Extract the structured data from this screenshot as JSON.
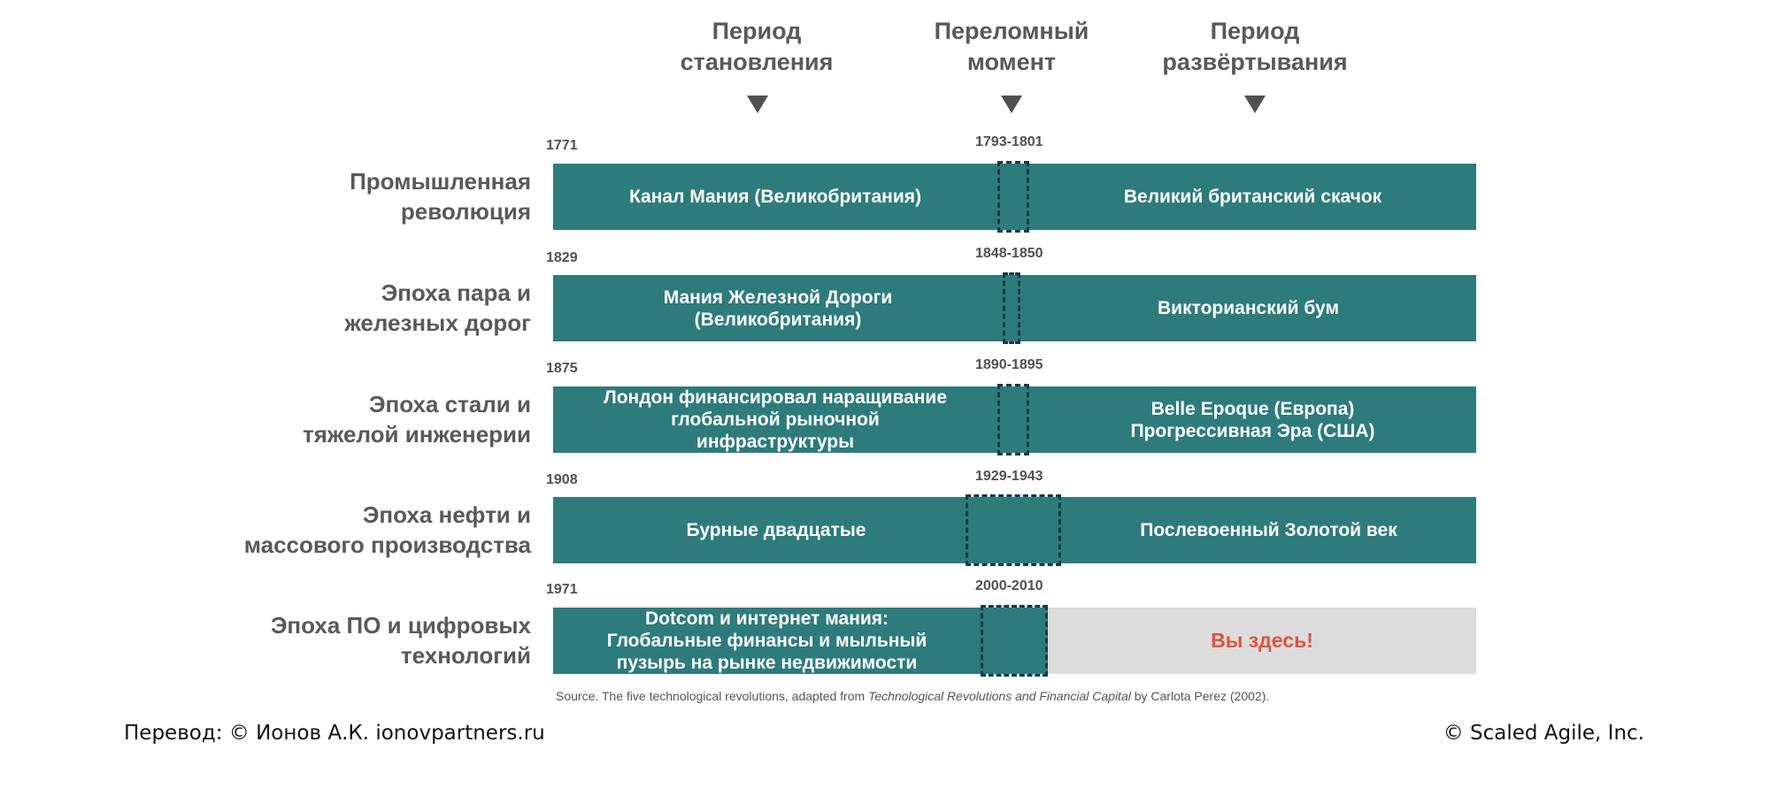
{
  "header": {
    "installation": "Период\nстановления",
    "turning_point": "Переломный\nмомент",
    "deployment": "Период\nразвёртывания"
  },
  "rows": [
    {
      "label": "Промышленная\nреволюция",
      "start_year": "1771",
      "turning": "1793-1801",
      "installation": "Канал Мания (Великобритания)",
      "deployment": "Великий британский скачок"
    },
    {
      "label": "Эпоха пара и\nжелезных дорог",
      "start_year": "1829",
      "turning": "1848-1850",
      "installation": "Мания Железной Дороги\n(Великобритания)",
      "deployment": "Викторианский бум"
    },
    {
      "label": "Эпоха стали и\nтяжелой инженерии",
      "start_year": "1875",
      "turning": "1890-1895",
      "installation": "Лондон финансировал наращивание\nглобальной рыночной\nинфраструктуры",
      "deployment": "Belle Epoque (Европа)\nПрогрессивная Эра (США)"
    },
    {
      "label": "Эпоха нефти и\nмассового производства",
      "start_year": "1908",
      "turning": "1929-1943",
      "installation": "Бурные двадцатые",
      "deployment": "Послевоенный Золотой век"
    },
    {
      "label": "Эпоха ПО и цифровых\nтехнологий",
      "start_year": "1971",
      "turning": "2000-2010",
      "installation": "Dotcom и интернет мания:\nГлобальные финансы и мыльный\nпузырь на рынке недвижимости",
      "deployment": "Вы здесь!"
    }
  ],
  "source": {
    "prefix": "Source. The five technological revolutions, adapted from ",
    "title": "Technological Revolutions and Financial Capital",
    "suffix": " by Carlota Perez (2002)."
  },
  "footer": {
    "left": "Перевод: © Ионов А.К. ionovpartners.ru",
    "right": "© Scaled Agile,  Inc."
  },
  "colors": {
    "bar": "#2e7b7b",
    "future": "#dcdcdc",
    "here": "#e0533e"
  }
}
